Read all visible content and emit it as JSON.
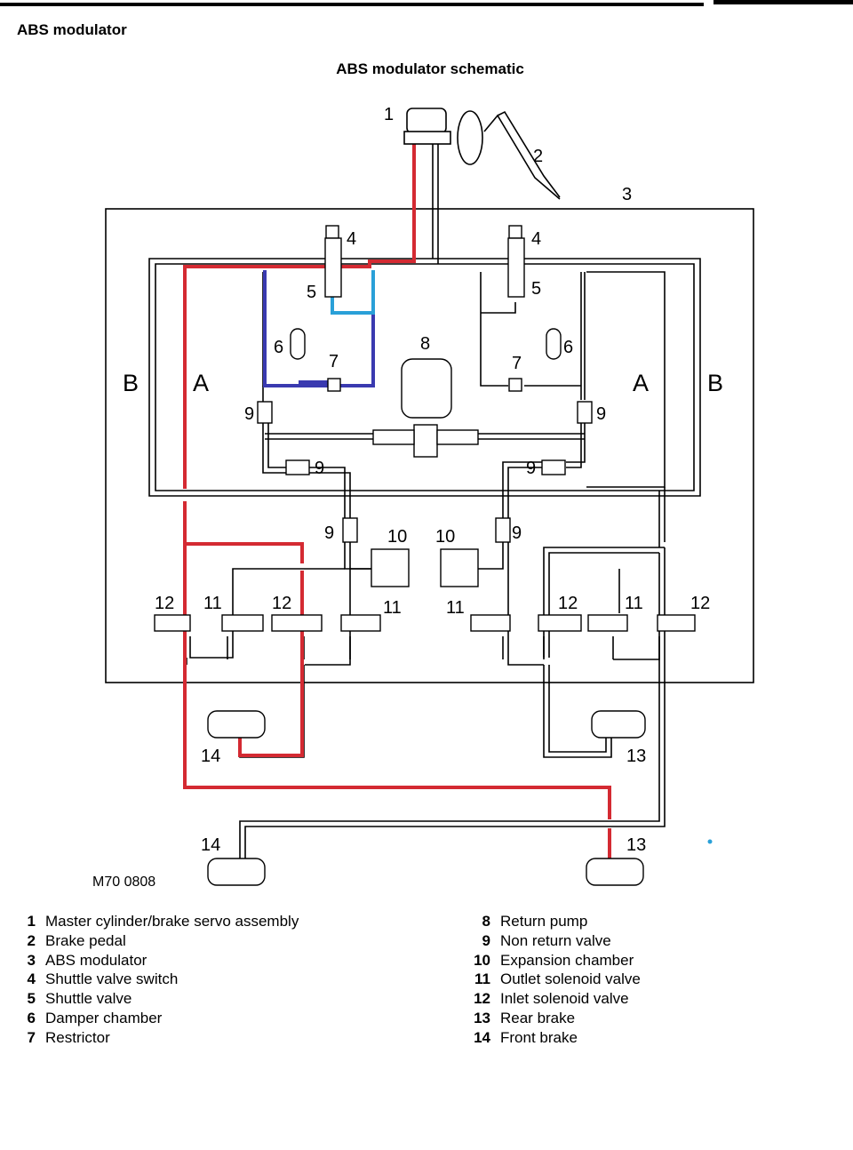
{
  "header": {
    "section_title": "ABS modulator",
    "figure_title": "ABS modulator schematic"
  },
  "diagram": {
    "figure_ref": "M70 0808",
    "circuit_labels": {
      "a": "A",
      "b": "B"
    },
    "callouts": {
      "n1": "1",
      "n2": "2",
      "n3": "3",
      "n4": "4",
      "n5": "5",
      "n6": "6",
      "n7": "7",
      "n8": "8",
      "n9": "9",
      "n10": "10",
      "n11": "11",
      "n12": "12",
      "n13": "13",
      "n14": "14"
    },
    "colors": {
      "pressure_line": "#d42a32",
      "return_line": "#3a3ab0",
      "cyan_line": "#2aa0d8",
      "pipe": "#000000"
    }
  },
  "legend": {
    "left": [
      {
        "num": "1",
        "text": "Master cylinder/brake servo assembly"
      },
      {
        "num": "2",
        "text": "Brake pedal"
      },
      {
        "num": "3",
        "text": "ABS modulator"
      },
      {
        "num": "4",
        "text": "Shuttle valve switch"
      },
      {
        "num": "5",
        "text": "Shuttle valve"
      },
      {
        "num": "6",
        "text": "Damper chamber"
      },
      {
        "num": "7",
        "text": "Restrictor"
      }
    ],
    "right": [
      {
        "num": "8",
        "text": "Return pump"
      },
      {
        "num": "9",
        "text": "Non return valve"
      },
      {
        "num": "10",
        "text": "Expansion chamber"
      },
      {
        "num": "11",
        "text": "Outlet solenoid valve"
      },
      {
        "num": "12",
        "text": "Inlet solenoid valve"
      },
      {
        "num": "13",
        "text": "Rear brake"
      },
      {
        "num": "14",
        "text": "Front brake"
      }
    ]
  }
}
